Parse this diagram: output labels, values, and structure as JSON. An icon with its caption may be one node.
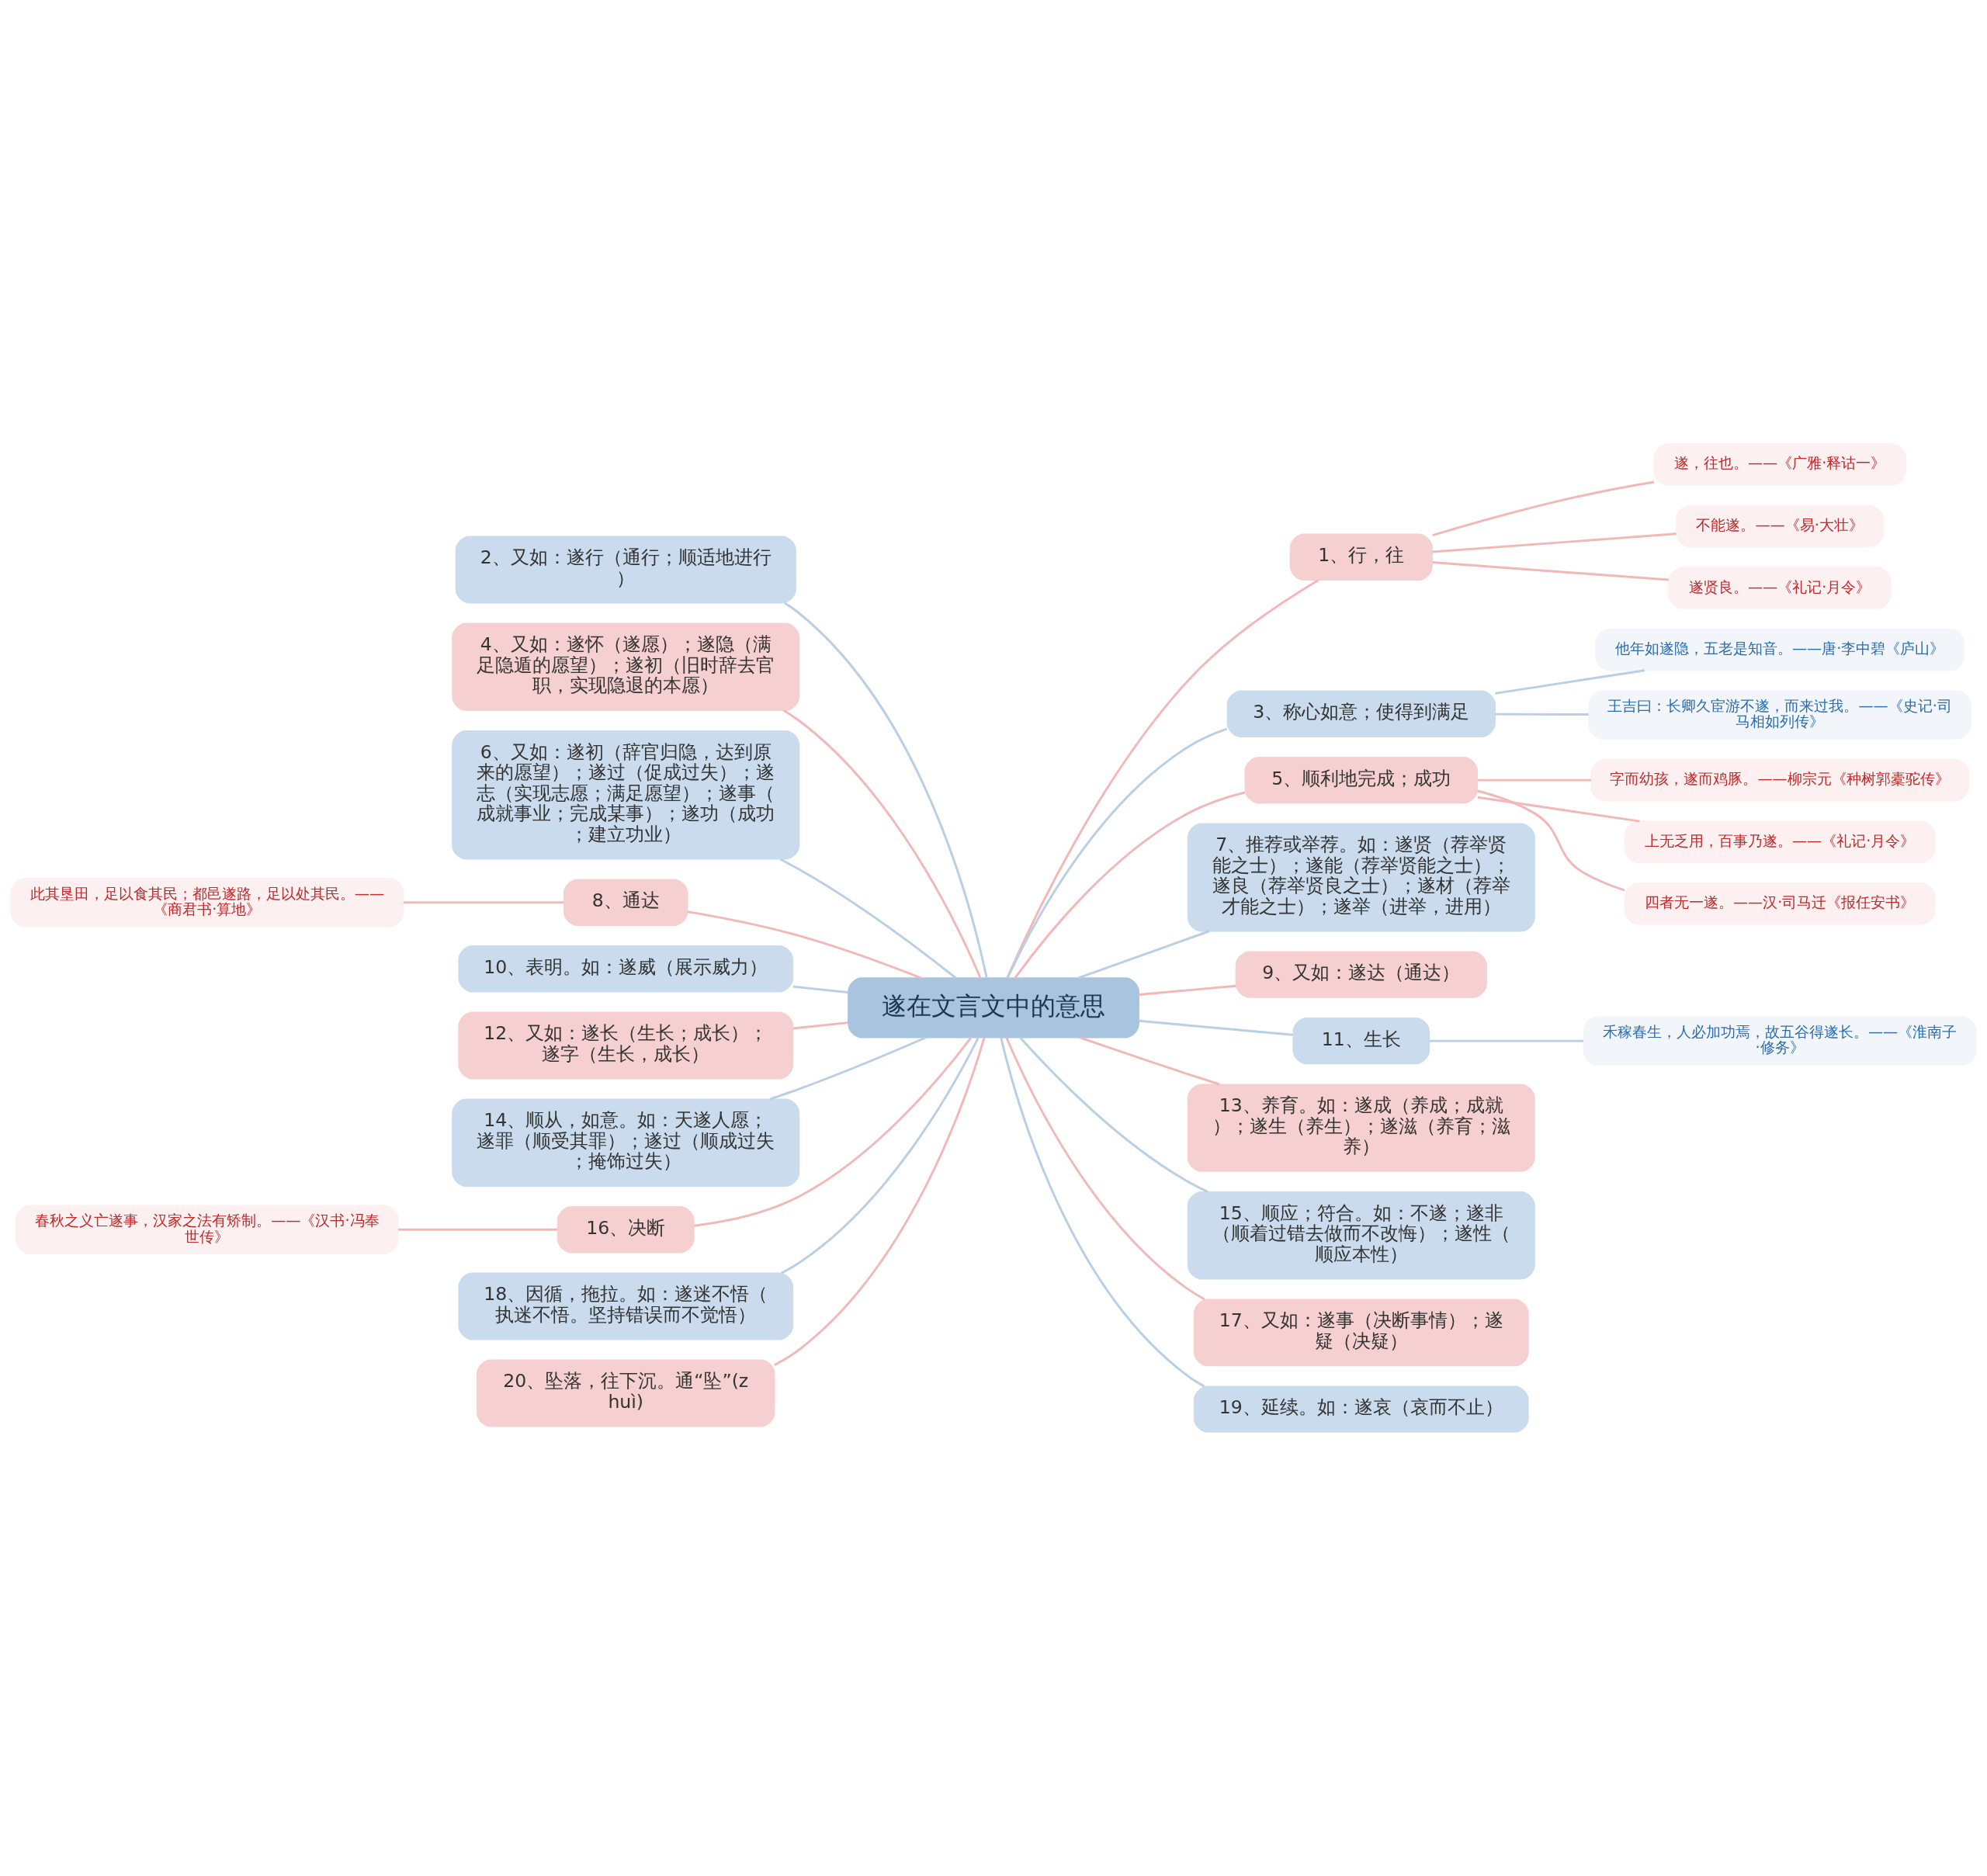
{
  "diagram": {
    "nodes": [
      {
        "text": [
          "遂在文言文中的意思"
        ]
      },
      {
        "text": [
          "1、行，往"
        ]
      },
      {
        "text": [
          "遂，往也。——《广雅·释诂一》"
        ]
      },
      {
        "text": [
          "不能遂。——《易·大壮》"
        ]
      },
      {
        "text": [
          "遂贤良。——《礼记·月令》"
        ]
      },
      {
        "text": [
          "2、又如：遂行（通行；顺适地进行）"
        ]
      },
      {
        "text": [
          "3、称心如意；使得到满足"
        ]
      },
      {
        "text": [
          "他年如遂隐，五老是知音。——唐·李中碧《庐山》"
        ]
      },
      {
        "text": [
          "王吉曰：长卿久宦游不遂，而来过我。——《史记·司马相如列传》"
        ]
      },
      {
        "text": [
          "4、又如：遂怀（遂愿）；遂隐（满足隐遁的愿望）；遂初（旧时辞去官职，实现隐退的本愿）"
        ]
      },
      {
        "text": [
          "5、顺利地完成；成功"
        ]
      },
      {
        "text": [
          "字而幼孩，遂而鸡豚。——柳宗元《种树郭橐驼传》"
        ]
      },
      {
        "text": [
          "上无乏用，百事乃遂。——《礼记·月令》"
        ]
      },
      {
        "text": [
          "四者无一遂。——汉·司马迁《报任安书》"
        ]
      },
      {
        "text": [
          "6、又如：遂初（辞官归隐，达到原来的愿望）；遂过（促成过失）；遂志（实现志愿；满足愿望）；遂事（成就事业；完成某事）；遂功（成功；建立功业）"
        ]
      },
      {
        "text": [
          "7、推荐或举荐。如：遂贤（荐举贤能之士）；遂能（荐举贤能之士）；遂良（荐举贤良之士）；遂材（荐举才能之士）；遂举（进举，进用）"
        ]
      },
      {
        "text": [
          "8、通达"
        ]
      },
      {
        "text": [
          "此其垦田，足以食其民；都邑遂路，足以处其民。——《商君书·算地》"
        ]
      },
      {
        "text": [
          "9、又如：遂达（通达）"
        ]
      },
      {
        "text": [
          "10、表明。如：遂威（展示威力）"
        ]
      },
      {
        "text": [
          "11、生长"
        ]
      },
      {
        "text": [
          "禾稼春生，人必加功焉，故五谷得遂长。——《淮南子·修务》"
        ]
      },
      {
        "text": [
          "12、又如：遂长（生长；成长）；遂字（生长，成长）"
        ]
      },
      {
        "text": [
          "13、养育。如：遂成（养成；成就）；遂生（养生）；遂滋（养育；滋养）"
        ]
      },
      {
        "text": [
          "14、顺从，如意。如：天遂人愿；遂罪（顺受其罪）；遂过（顺成过失；掩饰过失）"
        ]
      },
      {
        "text": [
          "15、顺应；符合。如：不遂；遂非（顺着过错去做而不改悔）；遂性（顺应本性）"
        ]
      },
      {
        "text": [
          "16、决断"
        ]
      },
      {
        "text": [
          "春秋之义亡遂事，汉家之法有矫制。——《汉书·冯奉世传》"
        ]
      },
      {
        "text": [
          "17、又如：遂事（决断事情）；遂疑（决疑）"
        ]
      },
      {
        "text": [
          "18、因循，拖拉。如：遂迷不悟（执迷不悟。坚持错误而不觉悟）"
        ]
      },
      {
        "text": [
          "19、延续。如：遂哀（哀而不止）"
        ]
      },
      {
        "text": [
          "20、坠落，往下沉。通“坠”(zhuì)"
        ]
      }
    ],
    "edges": [
      {
        "from": 0,
        "to": 1,
        "arrow": "none",
        "color": "#f2b8b8"
      },
      {
        "from": 1,
        "to": 2,
        "arrow": "none",
        "color": "#f2b8b8"
      },
      {
        "from": 1,
        "to": 3,
        "arrow": "none",
        "color": "#f2b8b8"
      },
      {
        "from": 1,
        "to": 4,
        "arrow": "none",
        "color": "#f2b8b8"
      },
      {
        "from": 0,
        "to": 5,
        "arrow": "none",
        "color": "#b9cfe4"
      },
      {
        "from": 0,
        "to": 6,
        "arrow": "none",
        "color": "#b9cfe4"
      },
      {
        "from": 6,
        "to": 7,
        "arrow": "none",
        "color": "#b9cfe4"
      },
      {
        "from": 6,
        "to": 8,
        "arrow": "none",
        "color": "#b9cfe4"
      },
      {
        "from": 0,
        "to": 9,
        "arrow": "none",
        "color": "#f2b8b8"
      },
      {
        "from": 0,
        "to": 10,
        "arrow": "none",
        "color": "#f2b8b8"
      },
      {
        "from": 10,
        "to": 11,
        "arrow": "none",
        "color": "#f2b8b8"
      },
      {
        "from": 10,
        "to": 12,
        "arrow": "none",
        "color": "#f2b8b8"
      },
      {
        "from": 10,
        "to": 13,
        "arrow": "none",
        "color": "#f2b8b8"
      },
      {
        "from": 0,
        "to": 14,
        "arrow": "none",
        "color": "#b9cfe4"
      },
      {
        "from": 0,
        "to": 15,
        "arrow": "none",
        "color": "#b9cfe4"
      },
      {
        "from": 0,
        "to": 16,
        "arrow": "none",
        "color": "#f2b8b8"
      },
      {
        "from": 16,
        "to": 17,
        "arrow": "none",
        "color": "#f2b8b8"
      },
      {
        "from": 0,
        "to": 18,
        "arrow": "none",
        "color": "#f2b8b8"
      },
      {
        "from": 0,
        "to": 19,
        "arrow": "none",
        "color": "#b9cfe4"
      },
      {
        "from": 0,
        "to": 20,
        "arrow": "none",
        "color": "#b9cfe4"
      },
      {
        "from": 20,
        "to": 21,
        "arrow": "none",
        "color": "#b9cfe4"
      },
      {
        "from": 0,
        "to": 22,
        "arrow": "none",
        "color": "#f2b8b8"
      },
      {
        "from": 0,
        "to": 23,
        "arrow": "none",
        "color": "#f2b8b8"
      },
      {
        "from": 0,
        "to": 24,
        "arrow": "none",
        "color": "#b9cfe4"
      },
      {
        "from": 0,
        "to": 25,
        "arrow": "none",
        "color": "#b9cfe4"
      },
      {
        "from": 0,
        "to": 26,
        "arrow": "none",
        "color": "#f2b8b8"
      },
      {
        "from": 26,
        "to": 27,
        "arrow": "none",
        "color": "#f2b8b8"
      },
      {
        "from": 0,
        "to": 28,
        "arrow": "none",
        "color": "#f2b8b8"
      },
      {
        "from": 0,
        "to": 29,
        "arrow": "none",
        "color": "#b9cfe4"
      },
      {
        "from": 0,
        "to": 30,
        "arrow": "none",
        "color": "#b9cfe4"
      },
      {
        "from": 0,
        "to": 31,
        "arrow": "none",
        "color": "#f2b8b8"
      }
    ]
  }
}
